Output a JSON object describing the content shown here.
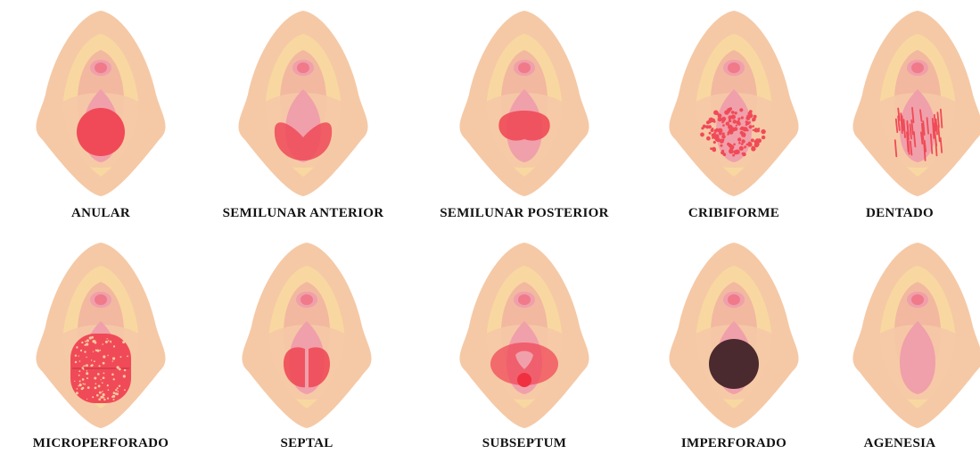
{
  "types": [
    {
      "id": "anular",
      "label": "ANULAR"
    },
    {
      "id": "semilunar-anterior",
      "label": "SEMILUNAR ANTERIOR"
    },
    {
      "id": "semilunar-posterior",
      "label": "SEMILUNAR POSTERIOR"
    },
    {
      "id": "cribiforme",
      "label": "CRIBIFORME"
    },
    {
      "id": "dentado",
      "label": "DENTADO"
    },
    {
      "id": "microperforado",
      "label": "MICROPERFORADO"
    },
    {
      "id": "septal",
      "label": "SEPTAL"
    },
    {
      "id": "subseptum",
      "label": "SUBSEPTUM"
    },
    {
      "id": "imperforado",
      "label": "IMPERFORADO"
    },
    {
      "id": "agenesia",
      "label": "AGENESIA"
    }
  ],
  "colors": {
    "outer": "#f5c9a6",
    "labia": "#f8d8a0",
    "inner": "#f2b8a0",
    "clitoris": "#f07a8a",
    "opening": "#f0a0aa",
    "hymen": "#f04a58",
    "imperforate": "#4a2a2e"
  }
}
